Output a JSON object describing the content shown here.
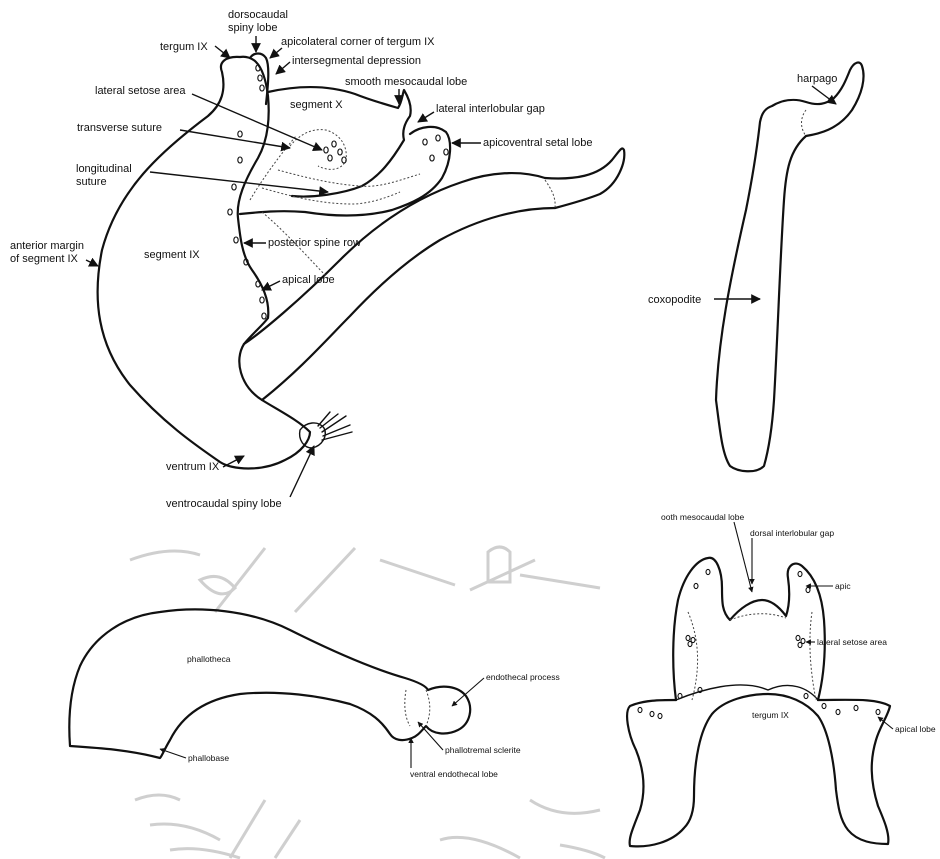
{
  "panel_a": {
    "labels": {
      "dorsocaudal_spiny_lobe_1": "dorsocaudal",
      "dorsocaudal_spiny_lobe_2": "spiny lobe",
      "tergum_ix": "tergum IX",
      "apicolateral_corner": "apicolateral corner of tergum IX",
      "intersegmental_depression": "intersegmental depression",
      "smooth_mesocaudal_lobe": "smooth mesocaudal lobe",
      "lateral_setose_area": "lateral setose area",
      "segment_x": "segment X",
      "lateral_interlobular_gap": "lateral interlobular gap",
      "transverse_suture": "transverse suture",
      "apicoventral_setal_lobe": "apicoventral setal lobe",
      "longitudinal_suture_1": "longitudinal",
      "longitudinal_suture_2": "suture",
      "anterior_margin_1": "anterior margin",
      "anterior_margin_2": "of segment IX",
      "segment_ix": "segment IX",
      "posterior_spine_row": "posterior spine row",
      "apical_lobe": "apical lobe",
      "ventrum_ix": "ventrum IX",
      "ventrocaudal_spiny_lobe": "ventrocaudal spiny lobe"
    }
  },
  "panel_b": {
    "labels": {
      "harpago": "harpago",
      "coxopodite": "coxopodite"
    }
  },
  "panel_c": {
    "labels": {
      "phallotheca": "phallotheca",
      "endothecal_process": "endothecal process",
      "phallobase": "phallobase",
      "phallotremal_sclerite": "phallotremal sclerite",
      "ventral_endothecal_lobe": "ventral endothecal lobe"
    }
  },
  "panel_d": {
    "labels": {
      "smooth_mesocaudal_lobe": "ooth mesocaudal lobe",
      "dorsal_interlobular_gap": "dorsal interlobular gap",
      "apic": "apic",
      "lateral_setose_area": "lateral setose area",
      "tergum_ix": "tergum IX",
      "apical_lobe": "apical lobe"
    }
  },
  "colors": {
    "ink": "#111111",
    "watermark": "#cfcfcf",
    "background": "#ffffff"
  }
}
